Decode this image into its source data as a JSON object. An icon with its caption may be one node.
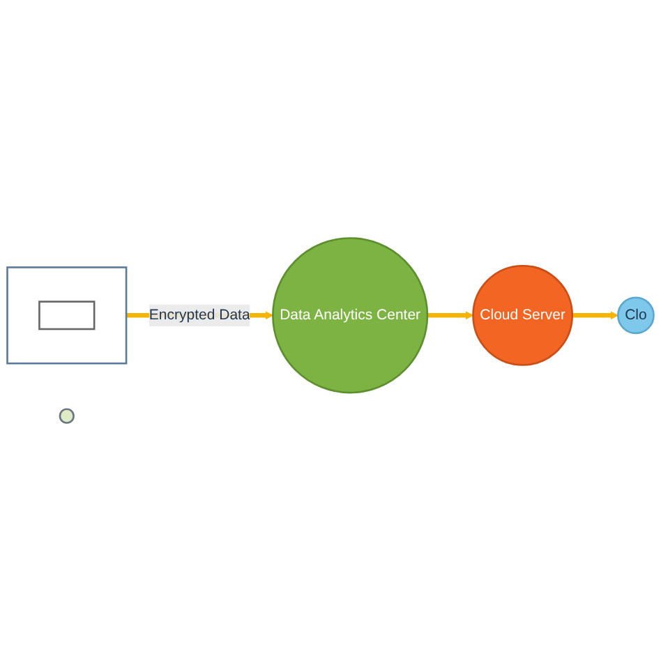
{
  "diagram": {
    "nodes": [
      {
        "text": [],
        "shape": "box"
      },
      {
        "text": [],
        "shape": "box",
        "in": 0
      },
      {
        "text": [
          "Data Analytics Center"
        ]
      },
      {
        "text": [
          "Cloud Server"
        ]
      },
      {
        "text": [
          "Clo"
        ]
      },
      {
        "text": [],
        "shape": "circle"
      }
    ],
    "edges": [
      {
        "from": 0,
        "to": 2,
        "label": "Encrypted Data",
        "arrow": "to"
      },
      {
        "from": 2,
        "to": 3,
        "arrow": "to"
      },
      {
        "from": 3,
        "to": 4,
        "arrow": "to"
      }
    ]
  }
}
